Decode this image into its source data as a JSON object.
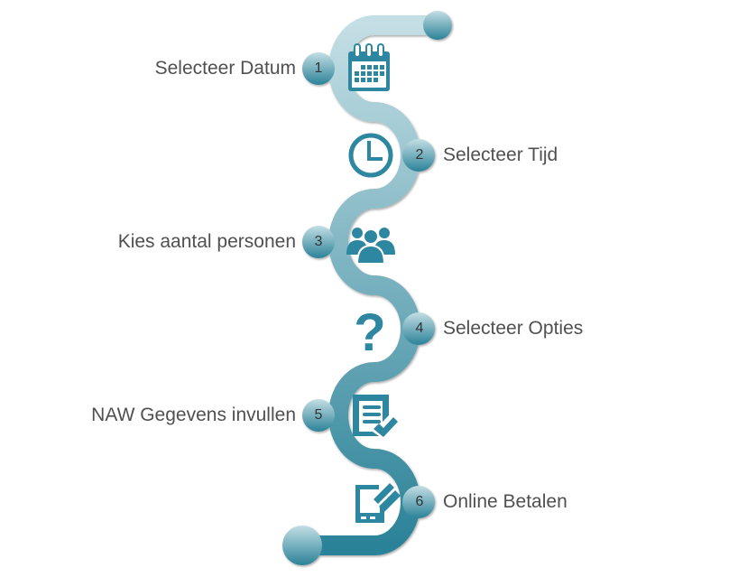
{
  "steps": [
    {
      "number": "1",
      "label": "Selecteer Datum",
      "icon": "calendar-icon"
    },
    {
      "number": "2",
      "label": "Selecteer Tijd",
      "icon": "clock-icon"
    },
    {
      "number": "3",
      "label": "Kies aantal personen",
      "icon": "people-icon"
    },
    {
      "number": "4",
      "label": "Selecteer Opties",
      "icon": "question-icon"
    },
    {
      "number": "5",
      "label": "NAW Gegevens invullen",
      "icon": "form-check-icon"
    },
    {
      "number": "6",
      "label": "Online Betalen",
      "icon": "tablet-pen-icon"
    }
  ],
  "colors": {
    "path_top": "#bedbe2",
    "path_bottom": "#2e8499",
    "icon": "#2e87a0",
    "text": "#505050"
  }
}
